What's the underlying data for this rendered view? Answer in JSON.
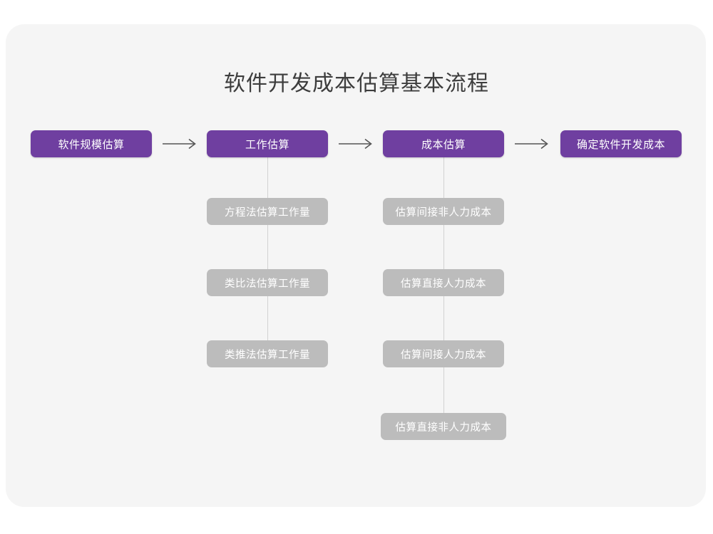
{
  "diagram": {
    "title": "软件开发成本估算基本流程",
    "type": "flowchart",
    "colors": {
      "background": "#ffffff",
      "card": "#f5f5f5",
      "primary_node": "#6f3fa0",
      "secondary_node": "#bcbcbc",
      "node_text": "#ffffff",
      "title_text": "#3d3d3d",
      "connector": "#d2d2d2",
      "arrow": "#555555"
    },
    "main_flow": [
      {
        "label": "软件规模估算"
      },
      {
        "label": "工作估算"
      },
      {
        "label": "成本估算"
      },
      {
        "label": "确定软件开发成本"
      }
    ],
    "arrows": [
      {
        "name": "arrow-1",
        "glyph": "→"
      },
      {
        "name": "arrow-2",
        "glyph": "→"
      },
      {
        "name": "arrow-3",
        "glyph": "→"
      }
    ],
    "sub_flows": [
      {
        "parent": "工作估算",
        "items": [
          {
            "label": "方程法估算工作量"
          },
          {
            "label": "类比法估算工作量"
          },
          {
            "label": "类推法估算工作量"
          }
        ]
      },
      {
        "parent": "成本估算",
        "items": [
          {
            "label": "估算间接非人力成本"
          },
          {
            "label": "估算直接人力成本"
          },
          {
            "label": "估算间接人力成本"
          },
          {
            "label": "估算直接非人力成本"
          }
        ]
      }
    ]
  }
}
